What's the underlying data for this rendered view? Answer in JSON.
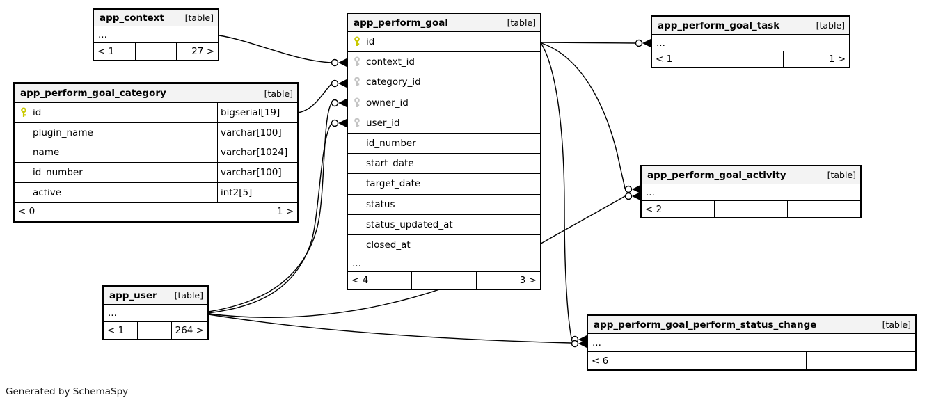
{
  "footer_note": "Generated by SchemaSpy",
  "colors": {
    "pk_key": "#c9c900",
    "fk_key": "#c4c4c4",
    "header_bg": "#f3f3f3",
    "border": "#000000",
    "line": "#000000"
  },
  "tables": [
    {
      "id": "app_context",
      "name": "app_context",
      "tag": "[table]",
      "columns": [],
      "ellipsis": "...",
      "footer": {
        "left": "< 1",
        "middle": "",
        "right": "27 >"
      }
    },
    {
      "id": "app_perform_goal_category",
      "name": "app_perform_goal_category",
      "tag": "[table]",
      "columns": [
        {
          "name": "id",
          "type": "bigserial[19]",
          "key": "pk"
        },
        {
          "name": "plugin_name",
          "type": "varchar[100]",
          "key": null
        },
        {
          "name": "name",
          "type": "varchar[1024]",
          "key": null
        },
        {
          "name": "id_number",
          "type": "varchar[100]",
          "key": null
        },
        {
          "name": "active",
          "type": "int2[5]",
          "key": null
        }
      ],
      "ellipsis": null,
      "footer": {
        "left": "< 0",
        "middle": "",
        "right": "1 >"
      }
    },
    {
      "id": "app_perform_goal",
      "name": "app_perform_goal",
      "tag": "[table]",
      "columns": [
        {
          "name": "id",
          "key": "pk"
        },
        {
          "name": "context_id",
          "key": "fk"
        },
        {
          "name": "category_id",
          "key": "fk"
        },
        {
          "name": "owner_id",
          "key": "fk"
        },
        {
          "name": "user_id",
          "key": "fk"
        },
        {
          "name": "id_number",
          "key": null
        },
        {
          "name": "start_date",
          "key": null
        },
        {
          "name": "target_date",
          "key": null
        },
        {
          "name": "status",
          "key": null
        },
        {
          "name": "status_updated_at",
          "key": null
        },
        {
          "name": "closed_at",
          "key": null
        }
      ],
      "ellipsis": "...",
      "footer": {
        "left": "< 4",
        "middle": "",
        "right": "3 >"
      }
    },
    {
      "id": "app_perform_goal_task",
      "name": "app_perform_goal_task",
      "tag": "[table]",
      "columns": [],
      "ellipsis": "...",
      "footer": {
        "left": "< 1",
        "middle": "",
        "right": "1 >"
      }
    },
    {
      "id": "app_perform_goal_activity",
      "name": "app_perform_goal_activity",
      "tag": "[table]",
      "columns": [],
      "ellipsis": "...",
      "footer": {
        "left": "< 2",
        "middle": "",
        "right": ""
      }
    },
    {
      "id": "app_user",
      "name": "app_user",
      "tag": "[table]",
      "columns": [],
      "ellipsis": "...",
      "footer": {
        "left": "< 1",
        "middle": "",
        "right": "264 >"
      }
    },
    {
      "id": "app_perform_goal_perform_status_change",
      "name": "app_perform_goal_perform_status_change",
      "tag": "[table]",
      "columns": [],
      "ellipsis": "...",
      "footer": {
        "left": "< 6",
        "middle": "",
        "right": ""
      }
    }
  ],
  "relationships": [
    {
      "from": "app_context",
      "to": "app_perform_goal.context_id"
    },
    {
      "from": "app_perform_goal_category.id",
      "to": "app_perform_goal.category_id"
    },
    {
      "from": "app_user",
      "to": "app_perform_goal.owner_id"
    },
    {
      "from": "app_user",
      "to": "app_perform_goal.user_id"
    },
    {
      "from": "app_perform_goal.id",
      "to": "app_perform_goal_task"
    },
    {
      "from": "app_perform_goal.id",
      "to": "app_perform_goal_activity"
    },
    {
      "from": "app_user",
      "to": "app_perform_goal_activity"
    },
    {
      "from": "app_perform_goal.id",
      "to": "app_perform_goal_perform_status_change"
    },
    {
      "from": "app_user",
      "to": "app_perform_goal_perform_status_change"
    }
  ]
}
